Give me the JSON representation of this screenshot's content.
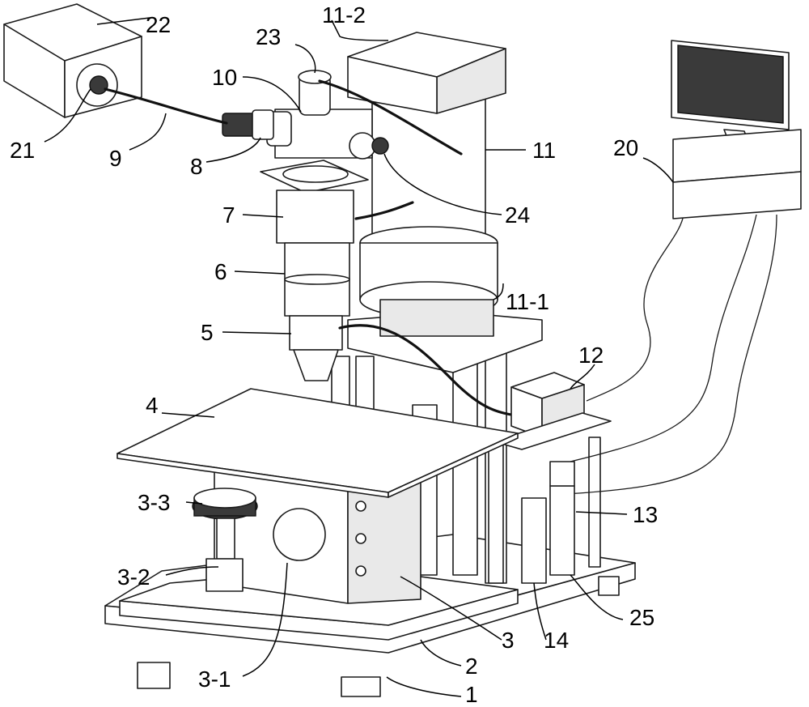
{
  "labels": {
    "l22": "22",
    "l21": "21",
    "l9": "9",
    "l8": "8",
    "l10": "10",
    "l23": "23",
    "l11_2": "11-2",
    "l11": "11",
    "l24": "24",
    "l20": "20",
    "l7": "7",
    "l6": "6",
    "l5": "5",
    "l11_1": "11-1",
    "l12": "12",
    "l4": "4",
    "l3_3": "3-3",
    "l3_2": "3-2",
    "l13": "13",
    "l25": "25",
    "l3": "3",
    "l14": "14",
    "l2": "2",
    "l3_1": "3-1",
    "l1": "1"
  }
}
